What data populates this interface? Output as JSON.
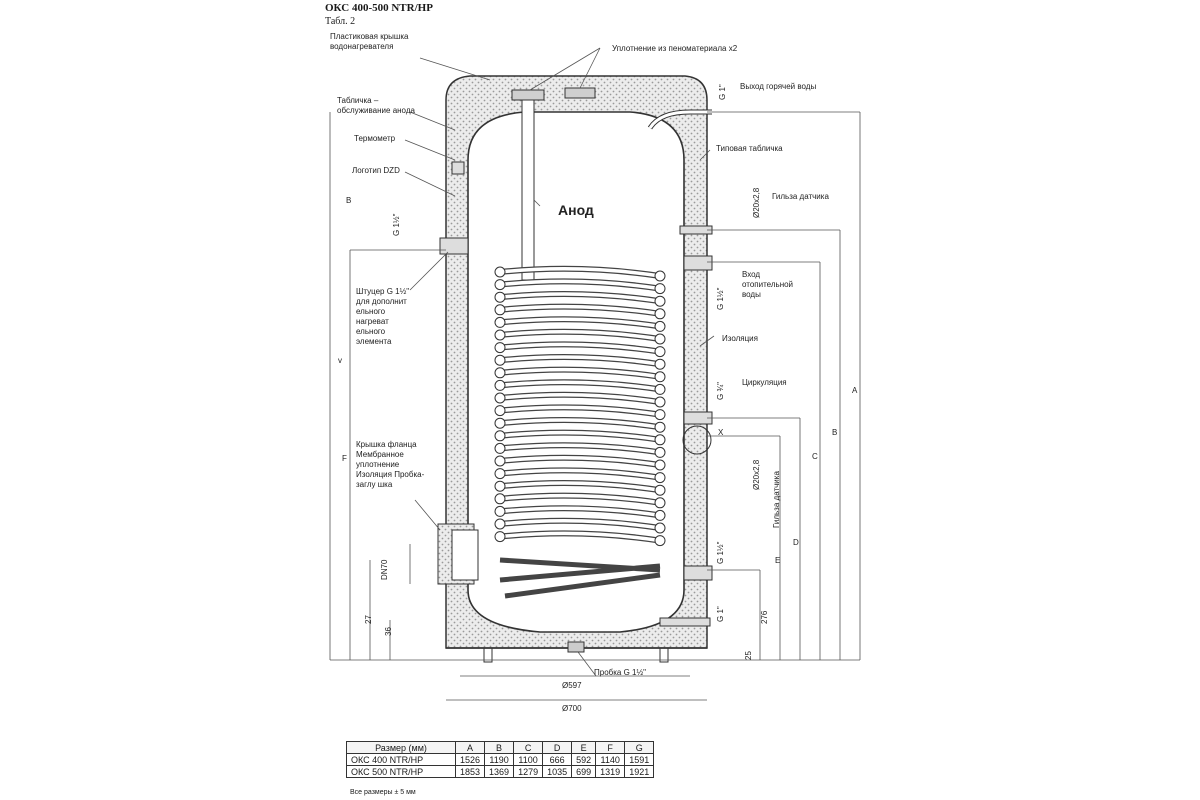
{
  "header": {
    "title": "ОКС 400-500 NTR/HP",
    "subtitle": "Табл. 2"
  },
  "labels": {
    "plastic_cover": "Пластиковая крышка водонагревателя",
    "seal": "Уплотнение из пенoматериала x2",
    "hot_water_out": "Выход горячей воды",
    "anode_plate": "Табличка – обслуживание анода",
    "thermometer": "Термометр",
    "logo": "Логотип DZD",
    "type_plate": "Типовая табличка",
    "sensor_sleeve": "Гильза датчика",
    "anode": "Анод",
    "fitting": "Штуцер G 1½\" для дополнит ельного нагреват ельного элемента",
    "heating_in": "Вход отопительной воды",
    "insulation": "Изоляция",
    "circulation": "Циркуляция",
    "flange": "Крышка фланца Мембранное уплотнение Изоляция Пробка-заглу шка",
    "plug": "Пробка G 1½\"",
    "letter_b": "B",
    "letter_v": "v",
    "letter_x": "X",
    "g1_top": "G 1\"",
    "g112_left": "G 1½\"",
    "g112_right": "G 1½\"",
    "g34": "G ¾\"",
    "g112_low": "G 1½\"",
    "g1_low": "G 1\"",
    "sensor_sleeve_v": "Гильза датчика",
    "d20": "Ø20x2,8",
    "d20b": "Ø20x2,8",
    "dn70": "DN70",
    "d597": "Ø597",
    "d700": "Ø700",
    "dim_27": "27",
    "dim_36": "36",
    "dim_27b": "276",
    "dim_25": "25",
    "letter_A": "A",
    "letter_B": "B",
    "letter_C": "C",
    "letter_D": "D",
    "letter_E": "E",
    "letter_F": "F"
  },
  "table": {
    "columns": [
      "Размер (мм)",
      "A",
      "B",
      "C",
      "D",
      "E",
      "F",
      "G"
    ],
    "rows": [
      [
        "ОКС 400 NTR/HP",
        "1526",
        "1190",
        "1100",
        "666",
        "592",
        "1140",
        "1591"
      ],
      [
        "ОКС 500 NTR/HP",
        "1853",
        "1369",
        "1279",
        "1035",
        "699",
        "1319",
        "1921"
      ]
    ],
    "note": "Все размеры ± 5 мм"
  }
}
